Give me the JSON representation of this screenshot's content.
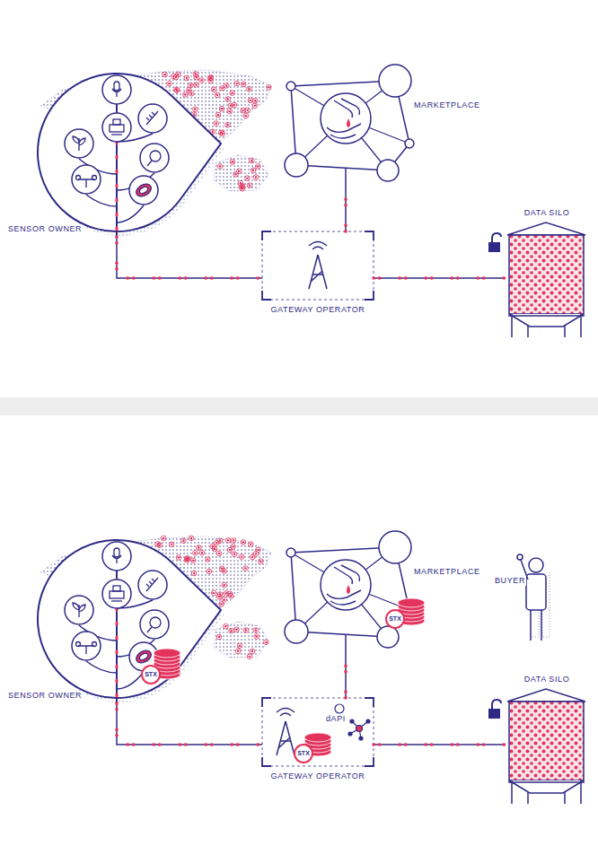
{
  "diagram": {
    "nodes": [
      {
        "text": [
          "SENSOR OWNER"
        ]
      },
      {
        "text": [
          "MARKETPLACE"
        ]
      },
      {
        "text": [
          "GATEWAY OPERATOR"
        ]
      },
      {
        "text": [
          "DATA SILO"
        ]
      },
      {
        "text": [
          "SENSOR OWNER"
        ]
      },
      {
        "text": [
          "MARKETPLACE"
        ]
      },
      {
        "text": [
          "BUYER"
        ]
      },
      {
        "text": [
          "GATEWAY OPERATOR",
          "dAPI"
        ]
      },
      {
        "text": [
          "DATA SILO"
        ]
      }
    ],
    "edges": [
      {
        "from": 0,
        "to": 2,
        "arrow": "none"
      },
      {
        "from": 2,
        "to": 1,
        "arrow": "none"
      },
      {
        "from": 2,
        "to": 3,
        "arrow": "none"
      },
      {
        "from": 4,
        "to": 7,
        "arrow": "none"
      },
      {
        "from": 7,
        "to": 5,
        "arrow": "none"
      },
      {
        "from": 7,
        "to": 8,
        "arrow": "none"
      }
    ],
    "labels": [
      "STX",
      "STX",
      "STX"
    ]
  }
}
